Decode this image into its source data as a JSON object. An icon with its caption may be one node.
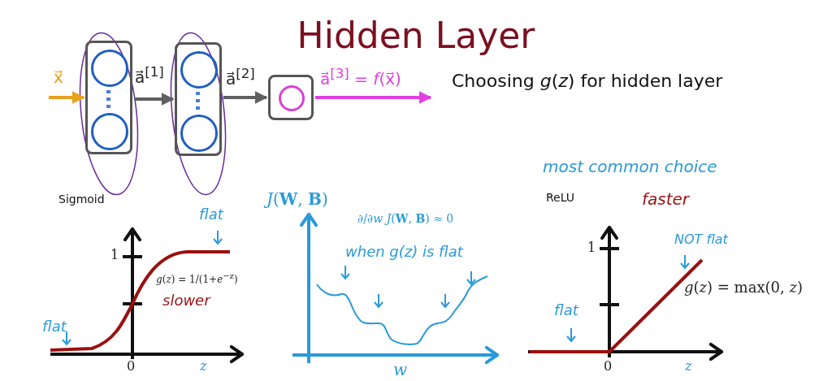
{
  "diagram": {
    "title": "Hidden Layer",
    "nodes": [
      {
        "text": [],
        "shape": "box"
      },
      {
        "text": [],
        "shape": "circle",
        "in": 0
      },
      {
        "text": [],
        "shape": "circle",
        "in": 0
      },
      {
        "text": [],
        "shape": "box"
      },
      {
        "text": [],
        "shape": "circle",
        "in": 3
      },
      {
        "text": [],
        "shape": "circle",
        "in": 3
      },
      {
        "text": [],
        "shape": "box"
      },
      {
        "text": [],
        "shape": "circle",
        "in": 6
      }
    ],
    "edges": [
      {
        "from": null,
        "to": 0,
        "arrow": "to",
        "label": "x⃗",
        "color": "#e8a020"
      },
      {
        "from": 0,
        "to": 3,
        "arrow": "to",
        "label": "a⃗$^{[1]}$"
      },
      {
        "from": 3,
        "to": 6,
        "arrow": "to",
        "label": "a⃗$^{[2]}$"
      },
      {
        "from": 6,
        "to": null,
        "arrow": "to",
        "label": "a⃗$^{[3]}$ = *f*(x⃗)",
        "color": "#e040e0"
      }
    ],
    "labels": [
      "Choosing *g*(*z*) for hidden layer",
      "Sigmoid",
      "flat",
      "1",
      "*g*(*z*) = 1/(1+*e*$^{−z}$)",
      "slower",
      "flat",
      "0",
      "z",
      "*J*(**W**, **B**)",
      "∂/∂*w* *J*(**W**, **B**) ≈ 0",
      "when g(z) is flat",
      "w",
      "most common choice",
      "ReLU",
      "faster",
      "NOT flat",
      "1",
      "*g*(*z*) = max(0, *z*)",
      "flat",
      "0",
      "z"
    ]
  }
}
